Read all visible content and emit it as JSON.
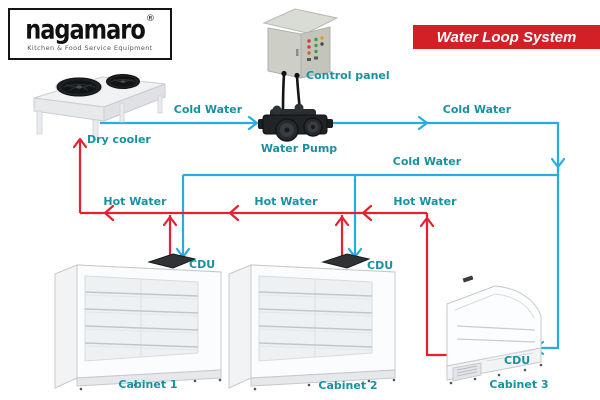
{
  "header": {
    "logo": {
      "brand": "nagamaro",
      "registered": "®",
      "tagline": "Kitchen & Food Service Equipment"
    },
    "banner": {
      "title": "Water Loop System"
    }
  },
  "colors": {
    "cold_water": "#29abe2",
    "hot_water": "#e6202e",
    "label_text": "#1791a1",
    "banner_bg": "#d31f26",
    "banner_text": "#ffffff"
  },
  "labels": {
    "control_panel": "Control panel",
    "water_pump": "Water Pump",
    "dry_cooler": "Dry cooler",
    "cold_water_1": "Cold Water",
    "cold_water_2": "Cold Water",
    "cold_water_3": "Cold Water",
    "hot_water_1": "Hot Water",
    "hot_water_2": "Hot Water",
    "hot_water_3": "Hot Water",
    "cdu_1": "CDU",
    "cdu_2": "CDU",
    "cdu_3": "CDU",
    "cabinet_1": "Cabinet 1",
    "cabinet_2": "Cabinet 2",
    "cabinet_3": "Cabinet 3"
  }
}
